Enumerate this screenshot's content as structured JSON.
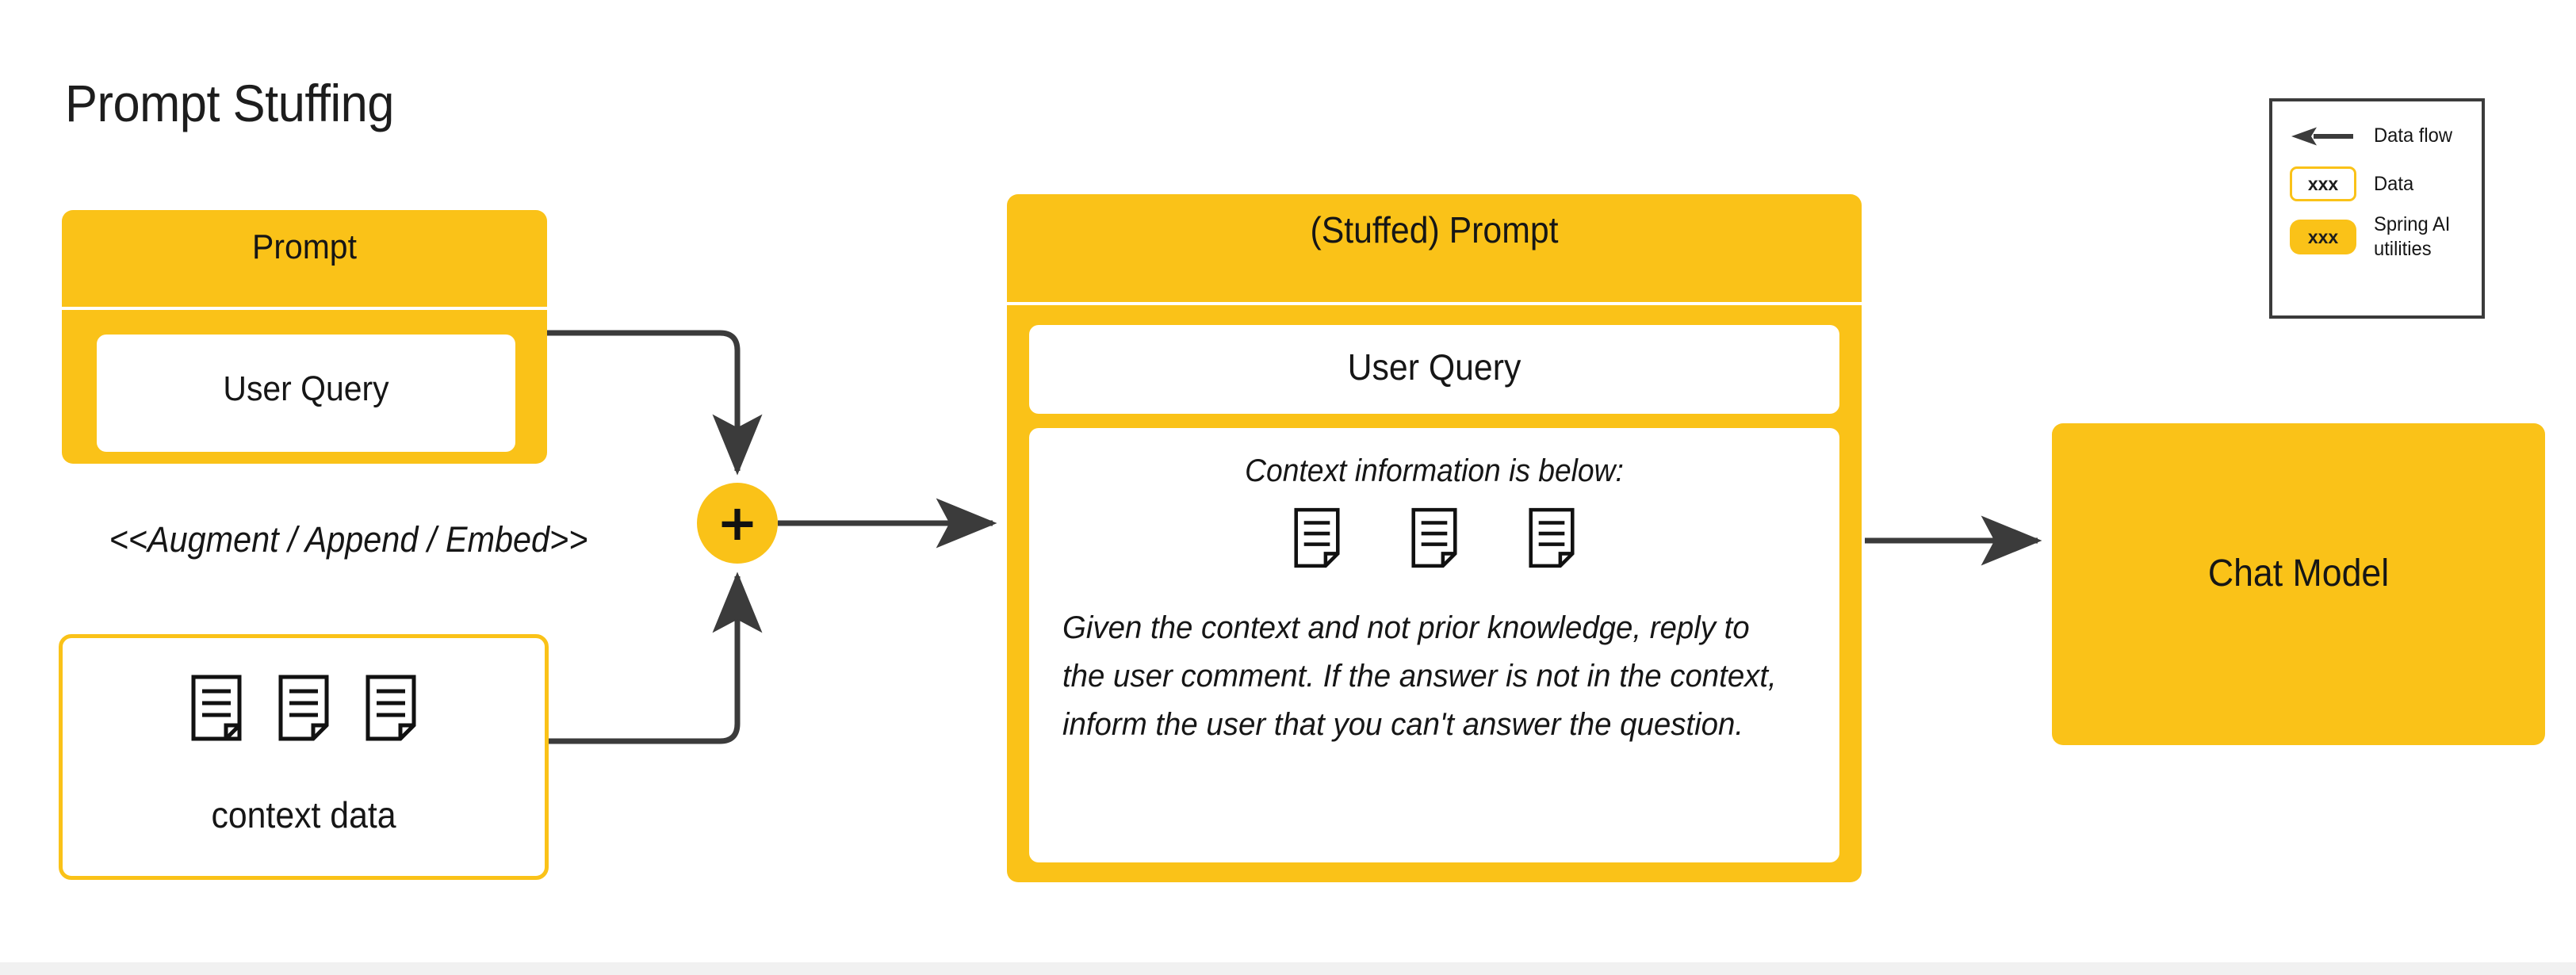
{
  "page": {
    "title": "Prompt Stuffing",
    "background_color": "#ffffff",
    "accent_color": "#fac218",
    "line_color": "#3b3b3b",
    "text_color": "#161616"
  },
  "nodes": {
    "prompt": {
      "heading": "Prompt",
      "inner_label": "User Query"
    },
    "augment_label": "<<Augment / Append / Embed>>",
    "context_data": {
      "label": "context data",
      "doc_count": 3,
      "doc_icon": "document-icon"
    },
    "junction": {
      "glyph": "+",
      "name": "plus-junction"
    },
    "stuffed_prompt": {
      "heading": "(Stuffed) Prompt",
      "user_query_label": "User Query",
      "context_heading": "Context information is below:",
      "doc_count": 3,
      "doc_icon": "document-icon",
      "body_text": "Given the context and not prior knowledge, reply to the user comment. If the answer is not in the context, inform the user that you can't answer the question."
    },
    "chat_model": {
      "label": "Chat Model"
    }
  },
  "legend": {
    "rows": [
      {
        "icon": "left-arrow-icon",
        "label": "Data flow",
        "swatch_text": ""
      },
      {
        "icon": "outline-chip",
        "label": "Data",
        "swatch_text": "xxx"
      },
      {
        "icon": "solid-chip",
        "label": "Spring AI utilities",
        "swatch_text": "xxx"
      }
    ]
  }
}
